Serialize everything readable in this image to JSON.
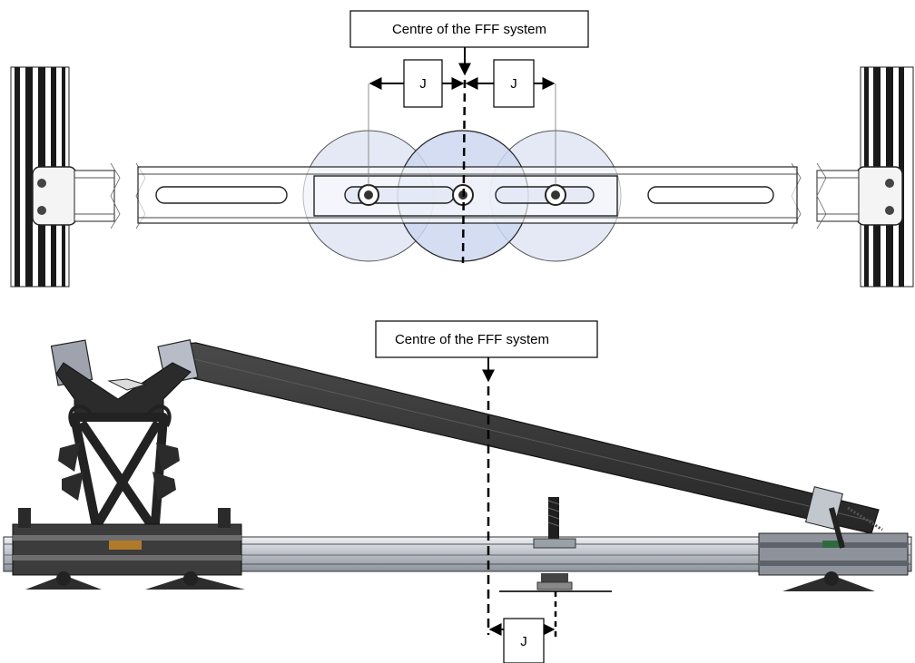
{
  "top_view": {
    "centre_label": "Centre of the FFF system",
    "dim_left": "J",
    "dim_right": "J"
  },
  "side_view": {
    "centre_label": "Centre of the FFF system",
    "dim_bottom": "J"
  },
  "colors": {
    "circle_fill": "#dfe6f5",
    "circle_center_fill": "#c9d4ef",
    "rail_dark": "#1e1e1e",
    "rail_light": "#c7ccd4",
    "panel_dark": "#3a3a3a"
  }
}
